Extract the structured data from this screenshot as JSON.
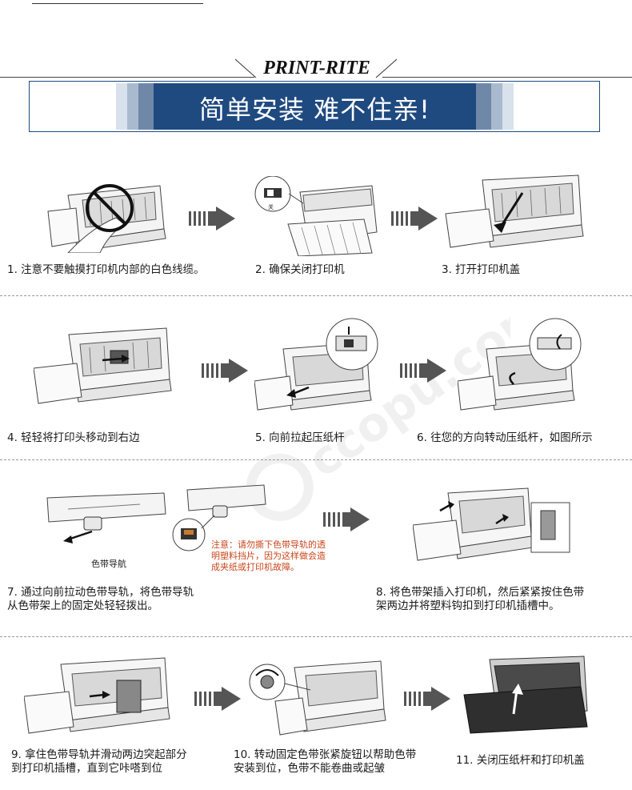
{
  "brand": {
    "name": "PRINT-RITE"
  },
  "banner": {
    "title": "简单安装 难不住亲!"
  },
  "steps": [
    {
      "caption_lines": [
        "1. 注意不要触摸打印机内部的白色线缆。"
      ]
    },
    {
      "caption_lines": [
        "2. 确保关闭打印机"
      ],
      "switch_label": "关"
    },
    {
      "caption_lines": [
        "3. 打开打印机盖"
      ]
    },
    {
      "caption_lines": [
        "4. 轻轻将打印头移动到右边"
      ]
    },
    {
      "caption_lines": [
        "5. 向前拉起压纸杆"
      ]
    },
    {
      "caption_lines": [
        "6. 往您的方向转动压纸杆，如图所示"
      ]
    },
    {
      "caption_lines": [
        "7. 通过向前拉动色带导轨，将色带导轨",
        "   从色带架上的固定处轻轻拨出。"
      ],
      "part_label": "色带导航"
    },
    {
      "caption_lines": [
        "8. 将色带架插入打印机，然后紧紧按住色带",
        "   架两边并将塑料钩扣到打印机插槽中。"
      ]
    },
    {
      "caption_lines": [
        "9. 拿住色带导轨并滑动两边突起部分",
        "   到打印机插槽，直到它咔嗒到位"
      ]
    },
    {
      "caption_lines": [
        "10. 转动固定色带张紧旋钮以帮助色带",
        "    安装到位，色带不能卷曲或起皱"
      ]
    },
    {
      "caption_lines": [
        "11. 关闭压纸杆和打印机盖"
      ]
    }
  ],
  "note": {
    "lines": [
      "注意：请勿撕下色带导轨的透",
      "明塑料挡片，因为这样做会造",
      "成夹纸或打印机故障。"
    ]
  },
  "watermark": {
    "text": "ccopu.com"
  },
  "colors": {
    "banner_blue": "#1f4a80",
    "arrow_gray": "#555555",
    "note_orange": "#c8461a"
  }
}
